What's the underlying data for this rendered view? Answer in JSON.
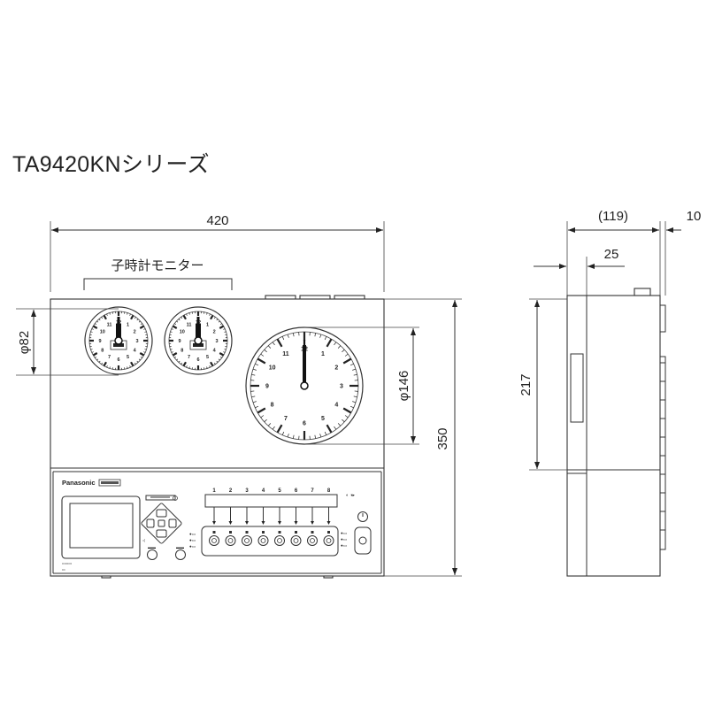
{
  "title": "TA9420KNシリーズ",
  "dimensions": {
    "width": "420",
    "height": "350",
    "depth_total": "(119)",
    "depth_protrusion": "10",
    "depth_front": "25",
    "side_height": "217",
    "small_clock_diameter": "φ82",
    "large_clock_diameter": "φ146"
  },
  "labels": {
    "slave_clock_monitor": "子時計モニター",
    "brand": "Panasonic"
  },
  "clock_numerals": [
    "12",
    "1",
    "2",
    "3",
    "4",
    "5",
    "6",
    "7",
    "8",
    "9",
    "10",
    "11"
  ],
  "circuit_numbers": [
    "1",
    "2",
    "3",
    "4",
    "5",
    "6",
    "7",
    "8"
  ]
}
